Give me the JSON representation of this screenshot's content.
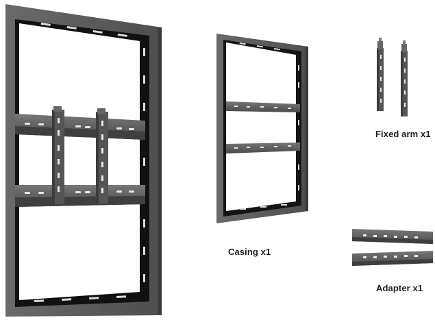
{
  "components": {
    "casing_label": "Casing x1",
    "fixed_arm_label": "Fixed arm x1",
    "adapter_label": "Adapter x1"
  },
  "colors": {
    "frame_face": "#5c5c5c",
    "frame_edge": "#3b3b3b",
    "frame_inner": "#141414",
    "slot": "#e8e8e8",
    "background": "#ffffff"
  }
}
